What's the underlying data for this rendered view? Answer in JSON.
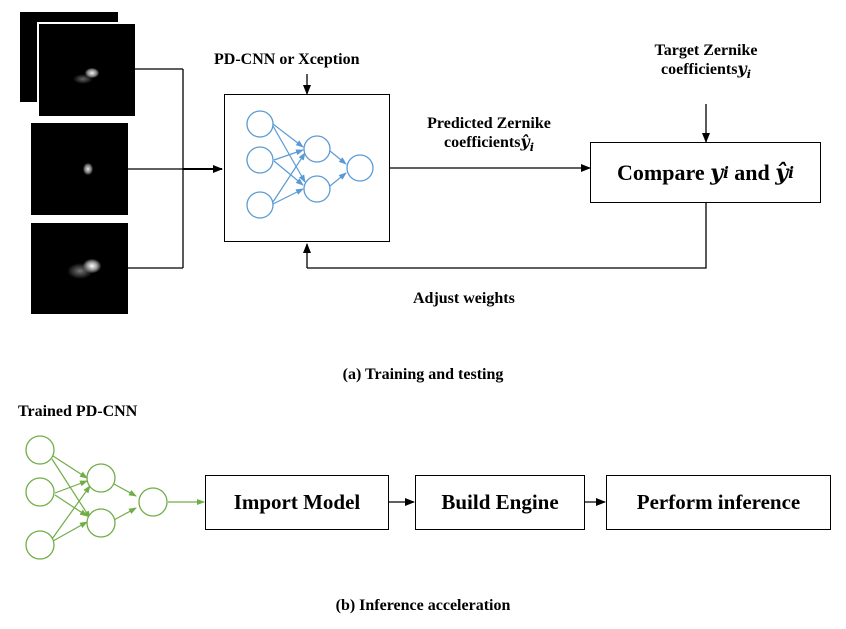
{
  "part_a": {
    "network_label": "PD-CNN or Xception",
    "predicted_label_line1": "Predicted Zernike",
    "predicted_label_line2": "coefficients",
    "predicted_symbol": "ŷ",
    "target_label_line1": "Target Zernike",
    "target_label_line2": "coefficients",
    "target_symbol": "y",
    "subscript": "i",
    "compare_prefix": "Compare ",
    "compare_and": " and ",
    "feedback_label": "Adjust weights",
    "caption": "(a) Training and testing"
  },
  "part_b": {
    "trained_label": "Trained PD-CNN",
    "steps": [
      "Import Model",
      "Build Engine",
      "Perform inference"
    ],
    "caption": "(b) Inference acceleration"
  },
  "colors": {
    "nn_blue": "#5b9bd5",
    "nn_green": "#70ad47",
    "line": "#000000"
  }
}
